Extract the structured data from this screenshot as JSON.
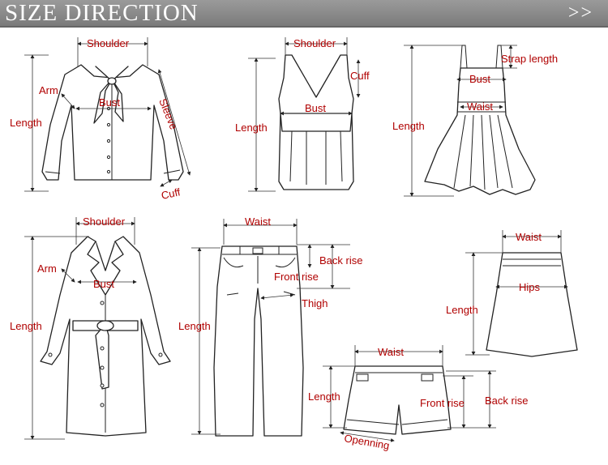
{
  "header": {
    "title": "SIZE DIRECTION",
    "nav_arrows": ">>"
  },
  "garments": {
    "blouse": {
      "shoulder": "Shoulder",
      "arm": "Arm",
      "bust": "Bust",
      "sleeve": "Sleeve",
      "length": "Length",
      "cuff": "Cuff"
    },
    "tank_top": {
      "shoulder": "Shoulder",
      "cuff": "Cuff",
      "bust": "Bust",
      "length": "Length"
    },
    "dress": {
      "strap_length": "Strap length",
      "bust": "Bust",
      "waist": "Waist",
      "length": "Length"
    },
    "coat": {
      "shoulder": "Shoulder",
      "arm": "Arm",
      "bust": "Bust",
      "length": "Length"
    },
    "pants": {
      "waist": "Waist",
      "back_rise": "Back rise",
      "front_rise": "Front rise",
      "thigh": "Thigh",
      "length": "Length"
    },
    "skirt": {
      "waist": "Waist",
      "hips": "Hips",
      "length": "Length"
    },
    "shorts": {
      "waist": "Waist",
      "length": "Length",
      "front_rise": "Front rise",
      "back_rise": "Back rise",
      "opening": "Openning"
    }
  },
  "colors": {
    "label": "#b00000",
    "header_bg": "#8a8a8a",
    "line": "#222222"
  }
}
